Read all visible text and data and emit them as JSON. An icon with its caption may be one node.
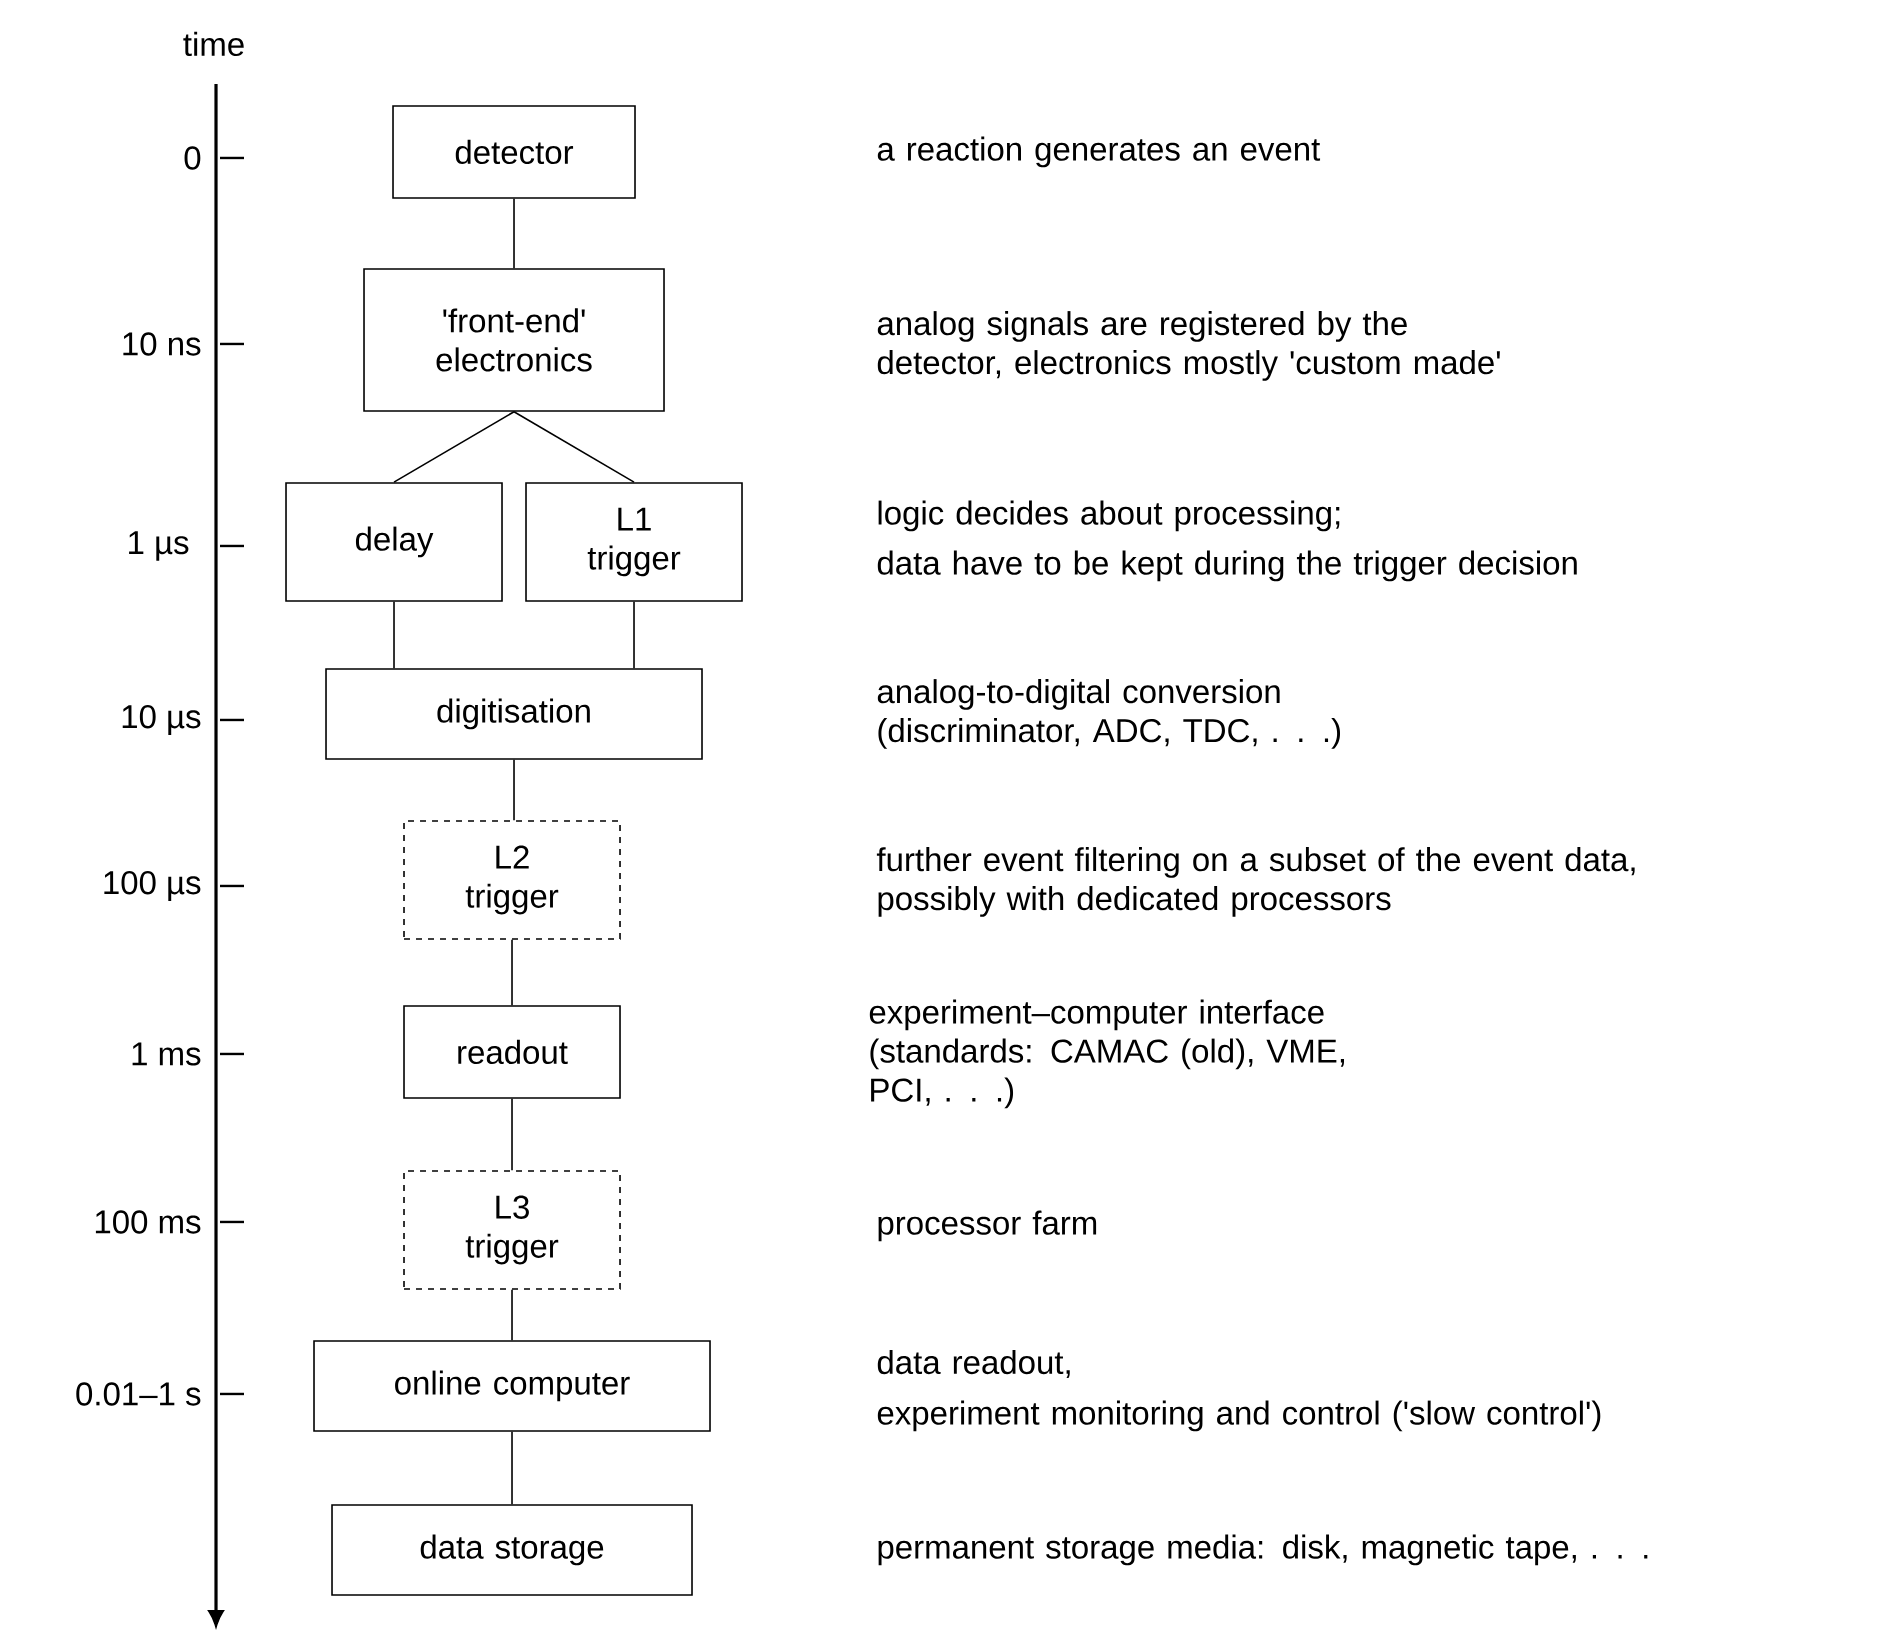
{
  "diagram": {
    "nodes": [
      {
        "text": [
          "detector"
        ]
      },
      {
        "text": [
          "'front-end' electronics"
        ]
      },
      {
        "text": [
          "delay"
        ]
      },
      {
        "text": [
          "L1 trigger"
        ]
      },
      {
        "text": [
          "digitisation"
        ]
      },
      {
        "text": [
          "L2 trigger"
        ]
      },
      {
        "text": [
          "readout"
        ]
      },
      {
        "text": [
          "L3 trigger"
        ]
      },
      {
        "text": [
          "online computer"
        ]
      },
      {
        "text": [
          "data storage"
        ]
      }
    ],
    "edges": [
      {
        "from": 0,
        "to": 1,
        "arrow": "none"
      },
      {
        "from": 1,
        "to": 2,
        "arrow": "none"
      },
      {
        "from": 1,
        "to": 3,
        "arrow": "none"
      },
      {
        "from": 2,
        "to": 4,
        "arrow": "none"
      },
      {
        "from": 3,
        "to": 4,
        "arrow": "none"
      },
      {
        "from": 4,
        "to": 5,
        "arrow": "none"
      },
      {
        "from": 5,
        "to": 6,
        "arrow": "none"
      },
      {
        "from": 6,
        "to": 7,
        "arrow": "none"
      },
      {
        "from": 7,
        "to": 8,
        "arrow": "none"
      },
      {
        "from": 8,
        "to": 9,
        "arrow": "none"
      }
    ],
    "labels": [
      "time",
      "0",
      "a reaction generates an event",
      "10 ns",
      "analog signals are registered by the detector, electronics mostly 'custom made'",
      "1 µs",
      "logic decides about processing;",
      "data have to be kept during the trigger decision",
      "10 µs",
      "analog-to-digital conversion (discriminator, ADC, TDC, . . .)",
      "100 µs",
      "further event filtering on a subset of the event data, possibly with dedicated processors",
      "1 ms",
      "experiment–computer interface (standards: CAMAC (old), VME, PCI, . . .)",
      "100 ms",
      "processor farm",
      "0.01–1 s",
      "data readout,",
      "experiment monitoring and control ('slow control')",
      "permanent storage media: disk, magnetic tape, . . ."
    ]
  }
}
